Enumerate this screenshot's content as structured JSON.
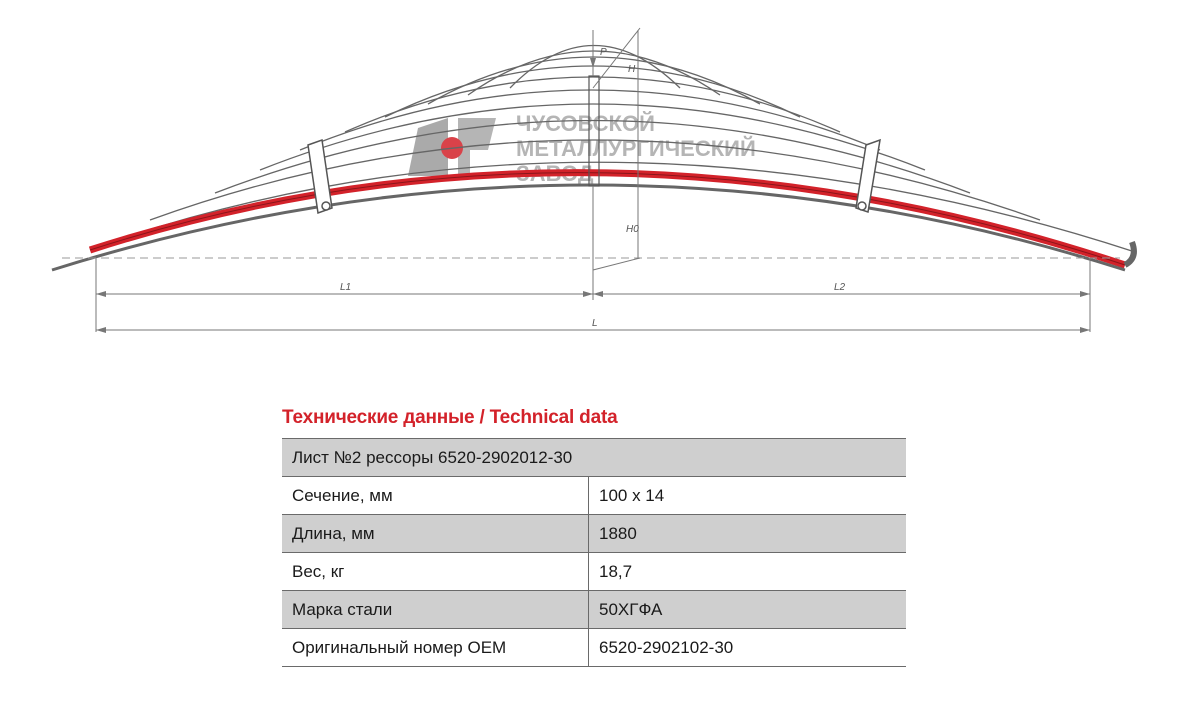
{
  "colors": {
    "accent_red": "#d3222a",
    "leaf_outline": "#666666",
    "table_gray": "#cfcfcf",
    "watermark": "#a9a9a9"
  },
  "drawing": {
    "dimension_labels": {
      "p": "P",
      "h": "H",
      "h0": "H0",
      "l1": "L1",
      "l2": "L2",
      "l": "L"
    },
    "watermark": {
      "line1": "ЧУСОВСКОЙ",
      "line2": "МЕТАЛЛУРГИЧЕСКИЙ",
      "line3": "ЗАВОД"
    }
  },
  "section_title": "Технические данные / Technical data",
  "table": {
    "header": "Лист №2 рессоры 6520-2902012-30",
    "rows": [
      {
        "label": "Сечение, мм",
        "value": "100 х 14"
      },
      {
        "label": "Длина, мм",
        "value": "1880"
      },
      {
        "label": "Вес, кг",
        "value": "18,7"
      },
      {
        "label": "Марка стали",
        "value": "50ХГФА"
      },
      {
        "label": "Оригинальный номер OEM",
        "value": "6520-2902102-30"
      }
    ]
  }
}
